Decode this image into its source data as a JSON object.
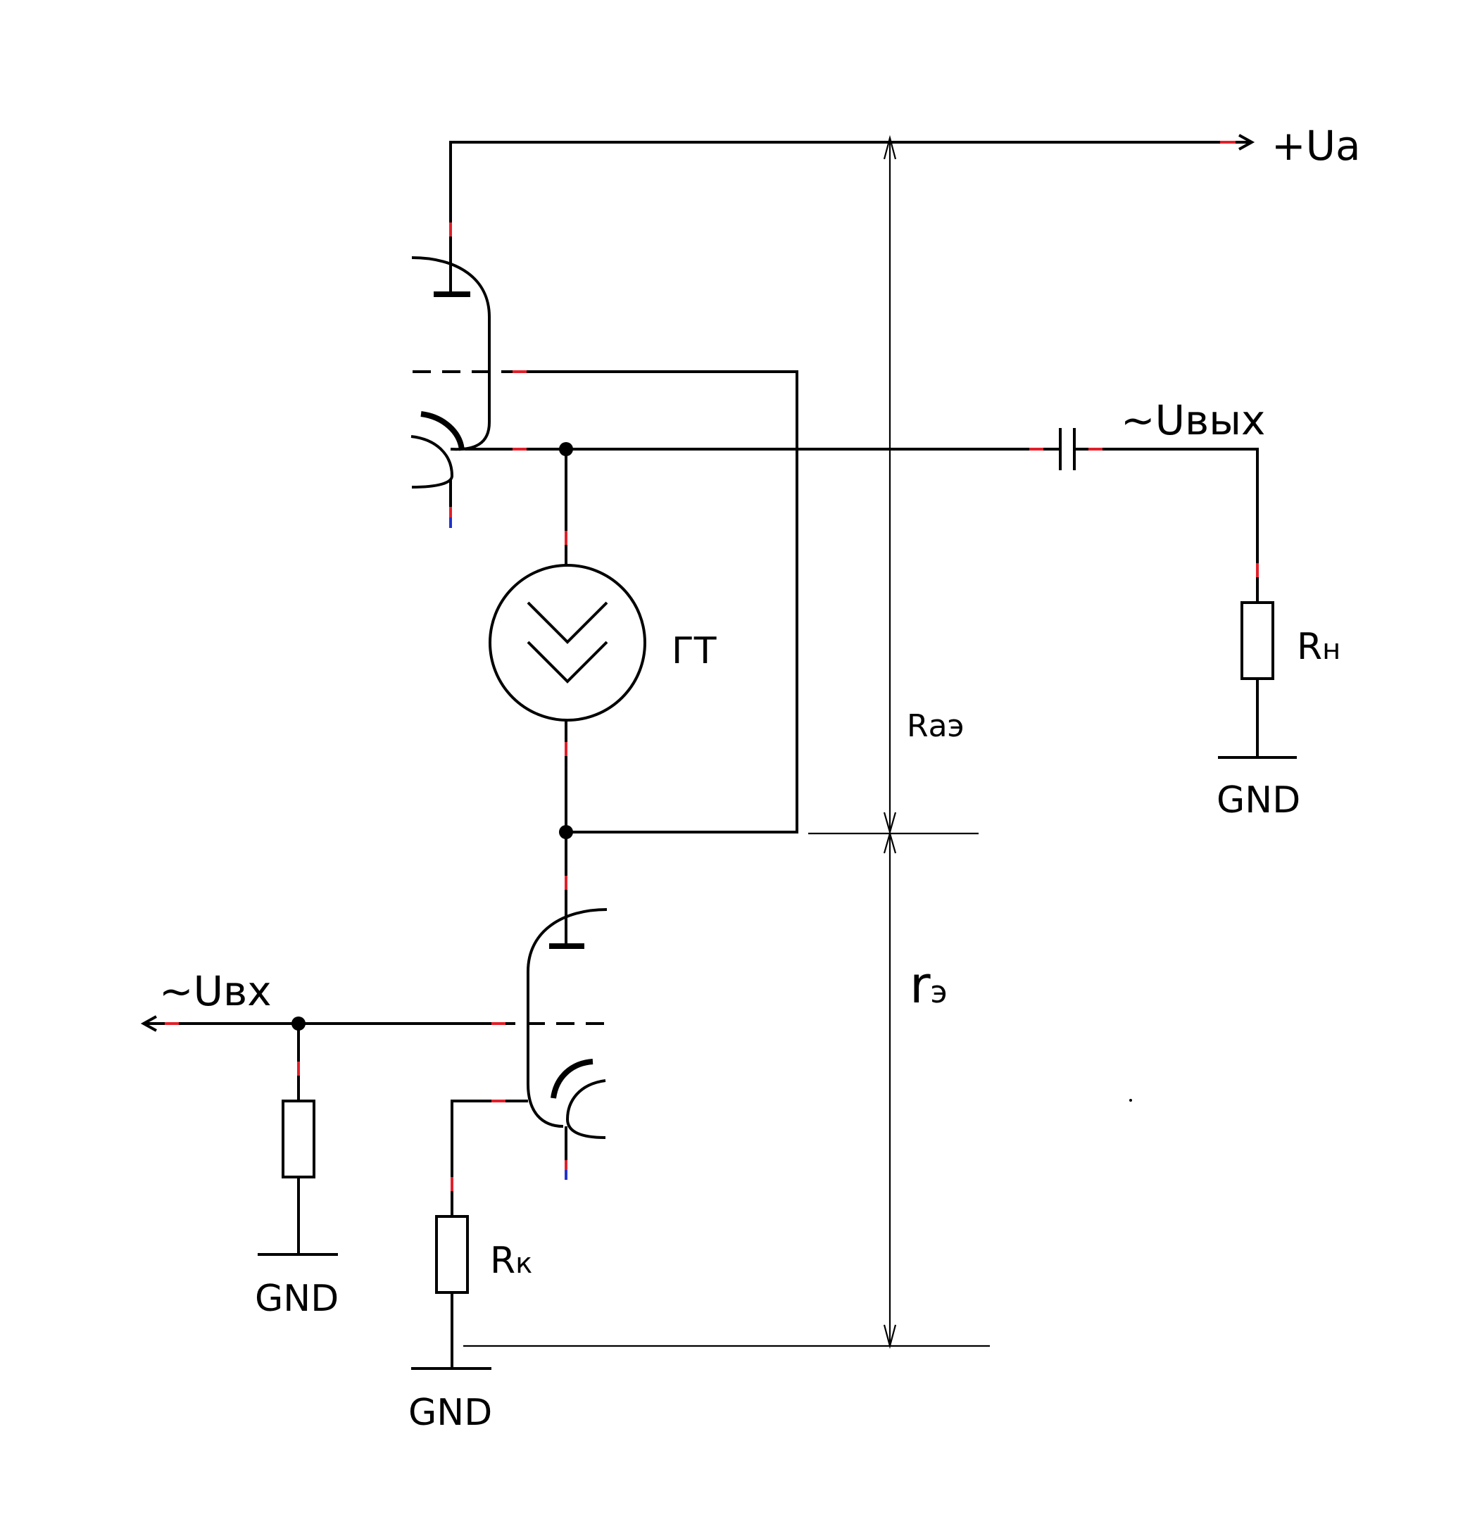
{
  "labels": {
    "supply": "+Ua",
    "output": "~Uвых",
    "input": "~Uвх",
    "current_source": "ГТ",
    "load_resistor_main": "R",
    "load_resistor_sub": "н",
    "cathode_resistor_main": "R",
    "cathode_resistor_sub": "к",
    "anode_emitter_main": "R",
    "anode_emitter_sub": "аэ",
    "emitter_res_main": "r",
    "emitter_res_sub": "э",
    "gnd_load": "GND",
    "gnd_input": "GND",
    "gnd_cathode": "GND"
  },
  "colors": {
    "wire": "#000000",
    "terminal_mark": "#e0202a",
    "terminal_mark_alt": "#2233cc"
  }
}
